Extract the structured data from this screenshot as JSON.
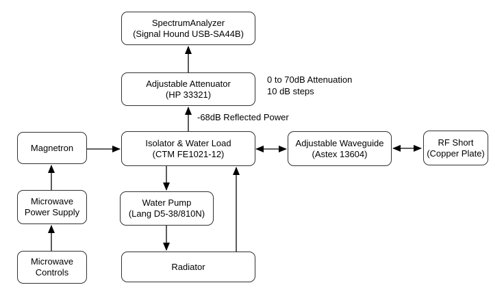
{
  "diagram": {
    "nodes": {
      "spectrum_analyzer": {
        "line1": "SpectrumAnalyzer",
        "line2": "(Signal Hound USB-SA44B)"
      },
      "adjustable_attenuator": {
        "line1": "Adjustable Attenuator",
        "line2": "(HP 33321)"
      },
      "magnetron": {
        "line1": "Magnetron"
      },
      "isolator_water_load": {
        "line1": "Isolator & Water Load",
        "line2": "(CTM FE1021-12)"
      },
      "adjustable_waveguide": {
        "line1": "Adjustable Waveguide",
        "line2": "(Astex 13604)"
      },
      "rf_short": {
        "line1": "RF Short",
        "line2": "(Copper Plate)"
      },
      "microwave_power_supply": {
        "line1": "Microwave",
        "line2": "Power Supply"
      },
      "microwave_controls": {
        "line1": "Microwave",
        "line2": "Controls"
      },
      "water_pump": {
        "line1": "Water Pump",
        "line2": "(Lang D5-38/810N)"
      },
      "radiator": {
        "line1": "Radiator"
      }
    },
    "annotations": {
      "attenuation_range_line1": "0 to 70dB Attenuation",
      "attenuation_range_line2": "10 dB steps",
      "reflected_power": "-68dB Reflected Power"
    },
    "colors": {
      "background": "#ffffff",
      "box_fill": "#ffffff",
      "box_border": "#2f2f2f",
      "line": "#000000",
      "text": "#000000"
    }
  }
}
